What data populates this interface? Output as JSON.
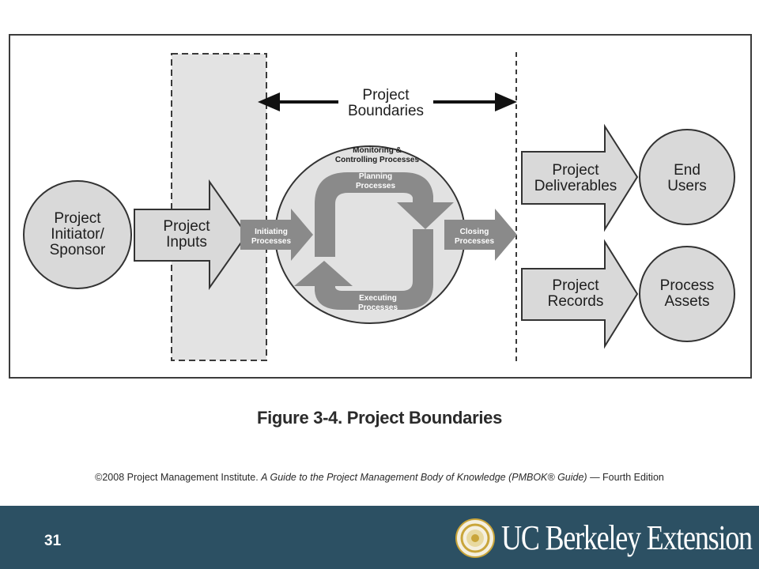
{
  "diagram": {
    "boundaries_label_line1": "Project",
    "boundaries_label_line2": "Boundaries",
    "initiator_line1": "Project",
    "initiator_line2": "Initiator/",
    "initiator_line3": "Sponsor",
    "inputs_line1": "Project",
    "inputs_line2": "Inputs",
    "initiating_line1": "Initiating",
    "initiating_line2": "Processes",
    "monitoring_line1": "Monitoring &",
    "monitoring_line2": "Controlling Processes",
    "planning_line1": "Planning",
    "planning_line2": "Processes",
    "executing_line1": "Executing",
    "executing_line2": "Processes",
    "closing_line1": "Closing",
    "closing_line2": "Processes",
    "deliverables_line1": "Project",
    "deliverables_line2": "Deliverables",
    "end_users_line1": "End",
    "end_users_line2": "Users",
    "records_line1": "Project",
    "records_line2": "Records",
    "assets_line1": "Process",
    "assets_line2": "Assets"
  },
  "caption": "Figure 3-4. Project Boundaries",
  "citation": {
    "prefix": "©2008 Project Management Institute. ",
    "title": "A Guide to the Project Management Body of Knowledge (PMBOK® Guide)",
    "suffix": " — Fourth Edition"
  },
  "footer": {
    "slide_number": "31",
    "logo_text": "UC Berkeley Extension"
  },
  "colors": {
    "footer_bg": "#2c5063",
    "shape_fill": "#d9d9d9",
    "dark_arrow": "#8a8a8a"
  }
}
